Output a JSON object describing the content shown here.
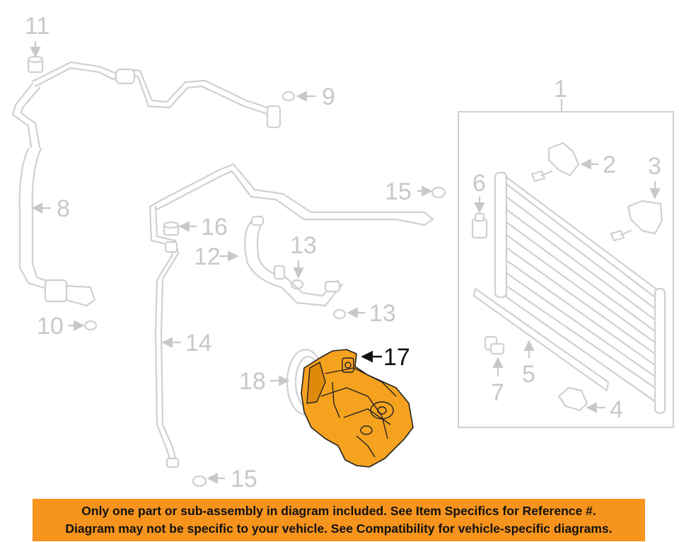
{
  "callouts": {
    "c1": "1",
    "c2": "2",
    "c3": "3",
    "c4": "4",
    "c5": "5",
    "c6": "6",
    "c7": "7",
    "c8": "8",
    "c9": "9",
    "c10": "10",
    "c11": "11",
    "c12": "12",
    "c13a": "13",
    "c13b": "13",
    "c14": "14",
    "c15a": "15",
    "c15b": "15",
    "c16": "16",
    "c17": "17",
    "c18": "18"
  },
  "highlighted_part": "17",
  "colors": {
    "highlight": "#f5a21f",
    "banner": "#f7941d",
    "linework": "#d0d0d0",
    "callout": "#c8c8c8"
  },
  "banner": {
    "line1": "Only one part or sub-assembly in diagram included. See Item Specifics for Reference #.",
    "line2": "Diagram may not be specific to your vehicle. See Compatibility for vehicle-specific diagrams."
  }
}
